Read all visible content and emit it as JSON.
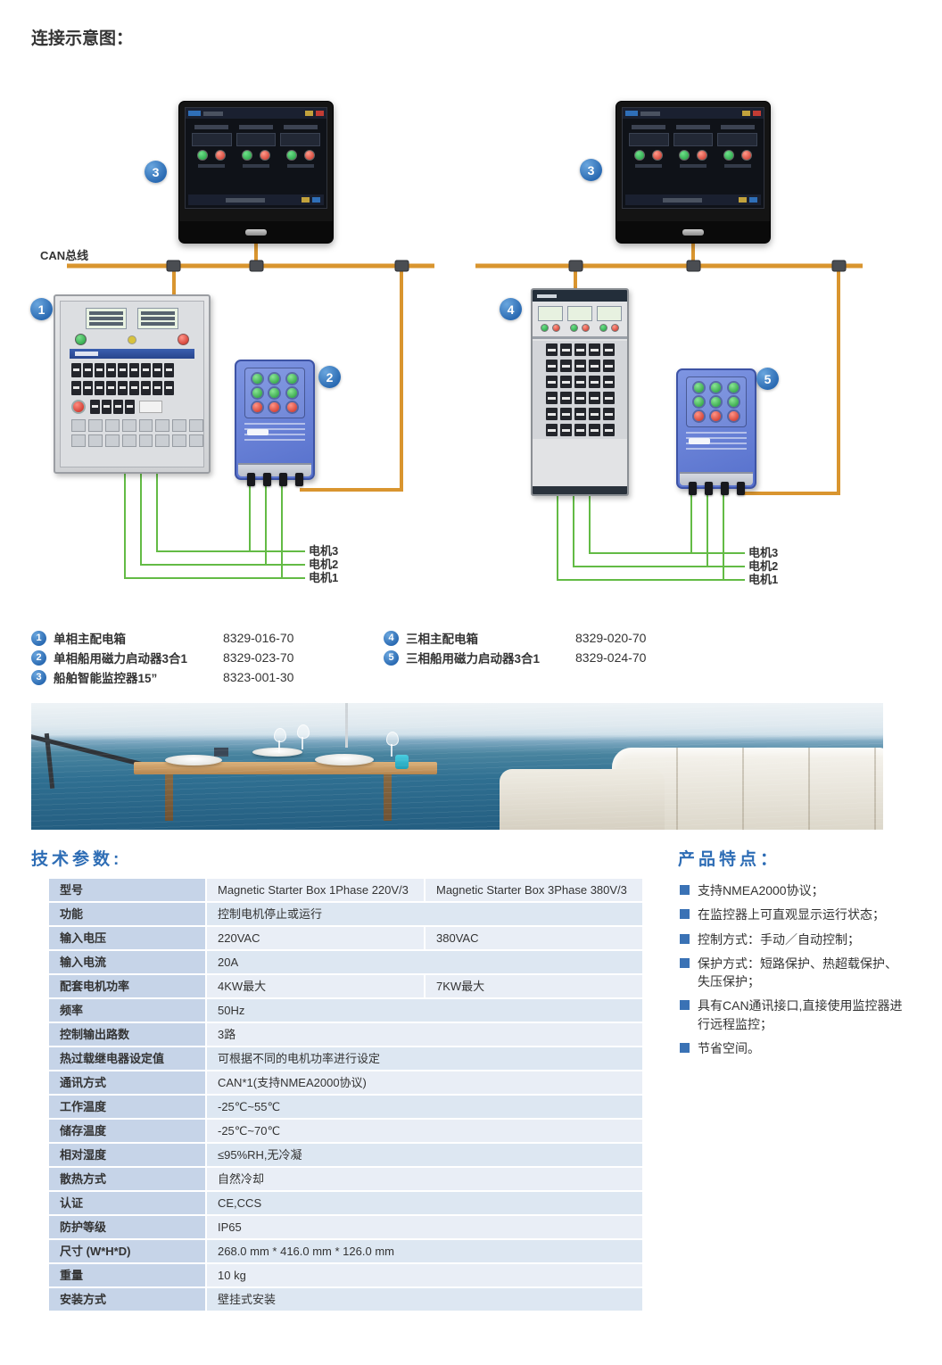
{
  "page_title": "连接示意图：",
  "diagram": {
    "can_bus_label": "CAN总线",
    "badges": {
      "b1": "1",
      "b2": "2",
      "b3": "3",
      "b4": "4",
      "b5": "5"
    },
    "motor_labels": [
      "电机3",
      "电机2",
      "电机1"
    ]
  },
  "legend": {
    "items": [
      {
        "num": "1",
        "label": "单相主配电箱",
        "code": "8329-016-70"
      },
      {
        "num": "2",
        "label": "单相船用磁力启动器3合1",
        "code": "8329-023-70"
      },
      {
        "num": "3",
        "label": "船舶智能监控器15”",
        "code": "8323-001-30"
      },
      {
        "num": "4",
        "label": "三相主配电箱",
        "code": "8329-020-70"
      },
      {
        "num": "5",
        "label": "三相船用磁力启动器3合1",
        "code": "8329-024-70"
      }
    ]
  },
  "specs": {
    "title": "技术参数:",
    "rows": [
      {
        "label": "型号",
        "values": [
          "Magnetic Starter Box 1Phase 220V/3",
          "Magnetic Starter Box 3Phase 380V/3"
        ]
      },
      {
        "label": "功能",
        "values": [
          "控制电机停止或运行"
        ]
      },
      {
        "label": "输入电压",
        "values": [
          "220VAC",
          "380VAC"
        ]
      },
      {
        "label": "输入电流",
        "values": [
          "20A"
        ]
      },
      {
        "label": "配套电机功率",
        "values": [
          "4KW最大",
          "7KW最大"
        ]
      },
      {
        "label": "频率",
        "values": [
          "50Hz"
        ]
      },
      {
        "label": "控制输出路数",
        "values": [
          "3路"
        ]
      },
      {
        "label": "热过载继电器设定值",
        "values": [
          "可根据不同的电机功率进行设定"
        ]
      },
      {
        "label": "通讯方式",
        "values": [
          "CAN*1(支持NMEA2000协议)"
        ]
      },
      {
        "label": "工作温度",
        "values": [
          "-25℃~55℃"
        ]
      },
      {
        "label": "储存温度",
        "values": [
          "-25℃~70℃"
        ]
      },
      {
        "label": "相对湿度",
        "values": [
          "≤95%RH,无冷凝"
        ]
      },
      {
        "label": "散热方式",
        "values": [
          "自然冷却"
        ]
      },
      {
        "label": "认证",
        "values": [
          "CE,CCS"
        ]
      },
      {
        "label": "防护等级",
        "values": [
          "IP65"
        ]
      },
      {
        "label": "尺寸 (W*H*D)",
        "values": [
          "268.0 mm * 416.0 mm * 126.0 mm"
        ]
      },
      {
        "label": "重量",
        "values": [
          "10 kg"
        ]
      },
      {
        "label": "安装方式",
        "values": [
          "壁挂式安装"
        ]
      }
    ]
  },
  "features": {
    "title": "产品特点：",
    "items": [
      "支持NMEA2000协议；",
      "在监控器上可直观显示运行状态；",
      "控制方式：手动／自动控制；",
      "保护方式：短路保护、热超载保护、失压保护；",
      "具有CAN通讯接口,直接使用监控器进行远程监控；",
      "节省空间。"
    ]
  },
  "colors": {
    "accent_blue": "#2e6db5",
    "bus_orange": "#d9952f",
    "wire_green": "#63bb45",
    "device_blue": "#637fd2",
    "table_label_bg": "#c6d4e8",
    "table_value_bg": "#e9eef6",
    "table_value_alt_bg": "#dde7f2"
  }
}
